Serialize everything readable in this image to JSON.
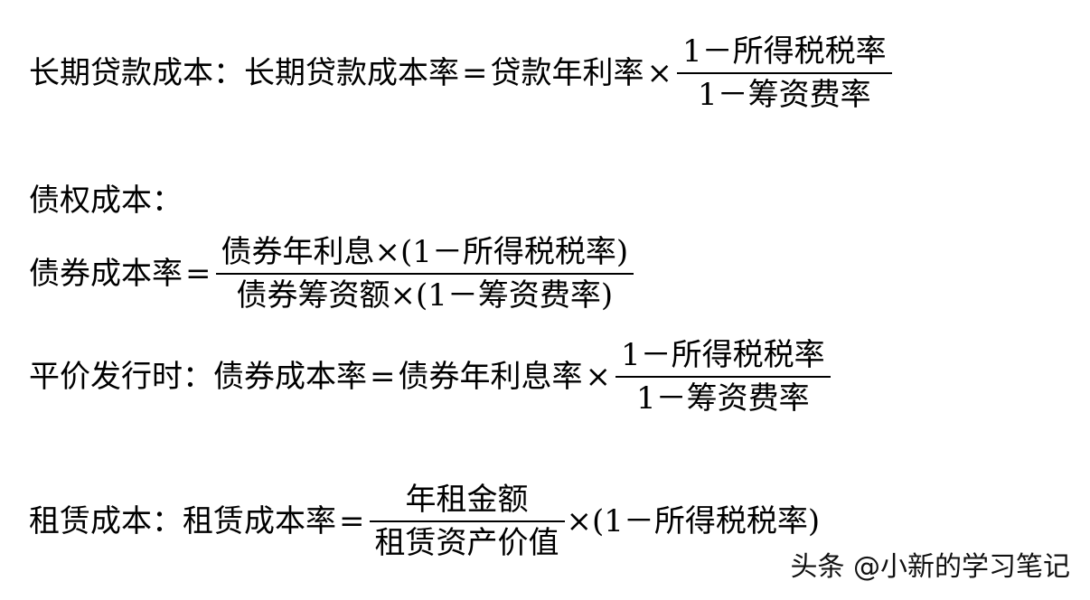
{
  "formula_loan": {
    "label": "长期贷款成本：",
    "lhs": "长期贷款成本率",
    "eq": "=",
    "factor": "贷款年利率",
    "times": "×",
    "numerator": "1－所得税税率",
    "denominator": "1－筹资费率"
  },
  "section_bond": {
    "heading": "债权成本："
  },
  "formula_bond": {
    "lhs": "债券成本率",
    "eq": "=",
    "numerator": "债券年利息×(1－所得税税率)",
    "denominator": "债券筹资额×(1－筹资费率)"
  },
  "formula_par": {
    "label": "平价发行时：",
    "lhs": "债券成本率",
    "eq": "=",
    "factor": "债券年利息率",
    "times": "×",
    "numerator": "1－所得税税率",
    "denominator": "1－筹资费率"
  },
  "formula_lease": {
    "label": "租赁成本：",
    "lhs": "租赁成本率",
    "eq": "=",
    "numerator": "年租金额",
    "denominator": "租赁资产价值",
    "suffix": "×(1－所得税税率)"
  },
  "watermark": {
    "text": "头条 @小新的学习笔记"
  }
}
